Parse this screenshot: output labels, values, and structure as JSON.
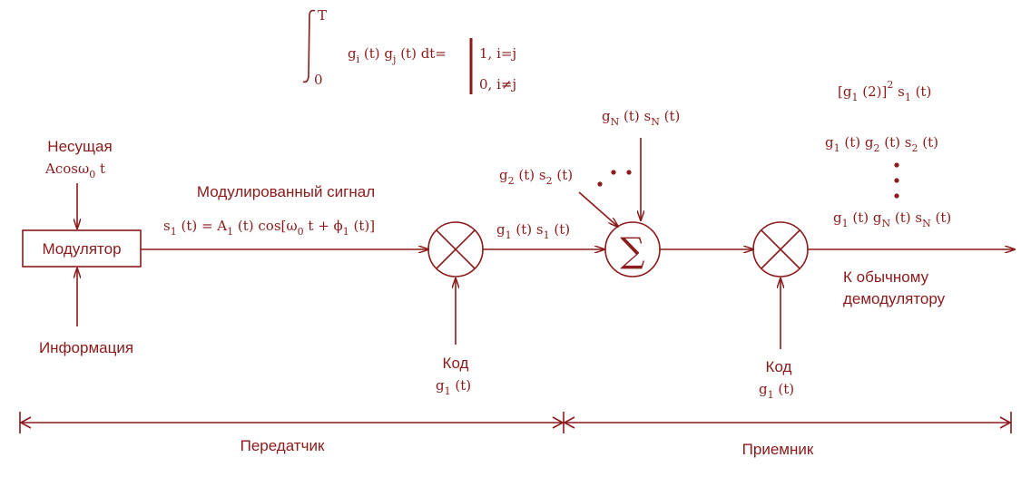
{
  "formula": {
    "upper": "T",
    "lower": "0",
    "body_g1": "g",
    "body_i": "i",
    "body_mid": " (t) g",
    "body_j": "j",
    "body_end": " (t) dt=",
    "case1": "1, i=j",
    "case2": "0, i≠j"
  },
  "carrier": {
    "title": "Несущая",
    "expr_a": "Acosω",
    "expr_sub": "0",
    "expr_b": " t"
  },
  "modulator": {
    "label": "Модулятор"
  },
  "information": {
    "label": "Информация"
  },
  "modulated": {
    "title": "Модулированный сигнал",
    "p1": "s",
    "s1": "1",
    "p2": " (t) = A",
    "s2": "1",
    "p3": " (t) cos[ω",
    "s3": "0",
    "p4": " t + ϕ",
    "s4": "1",
    "p5": " (t)]"
  },
  "code_tx": {
    "label": "Код",
    "g": "g",
    "sub": "1",
    "t": " (t)"
  },
  "code_rx": {
    "label": "Код",
    "g": "g",
    "sub": "1",
    "t": " (t)"
  },
  "after_mult": {
    "g": "g",
    "s1": "1",
    "m": " (t) s",
    "s2": "1",
    "e": " (t)"
  },
  "input_gN": {
    "g": "g",
    "s1": "N",
    "m": " (t) s",
    "s2": "N",
    "e": " (t)"
  },
  "input_g2": {
    "g": "g",
    "s1": "2",
    "m": " (t) s",
    "s2": "2",
    "e": " (t)"
  },
  "out_terms": {
    "t1": {
      "a": "[g",
      "s1": "1",
      "b": " (2)]",
      "sup": "2",
      "c": " s",
      "s2": "1",
      "d": " (t)"
    },
    "t2": {
      "a": "g",
      "s1": "1",
      "b": " (t) g",
      "s2": "2",
      "c": " (t) s",
      "s3": "2",
      "d": " (t)"
    },
    "t3": {
      "a": "g",
      "s1": "1",
      "b": " (t) g",
      "s2": "N",
      "c": " (t) s",
      "s3": "N",
      "d": " (t)"
    }
  },
  "demod": {
    "line1": "К обычному",
    "line2": "демодулятору"
  },
  "transmitter": {
    "label": "Передатчик"
  },
  "receiver": {
    "label": "Приемник"
  }
}
